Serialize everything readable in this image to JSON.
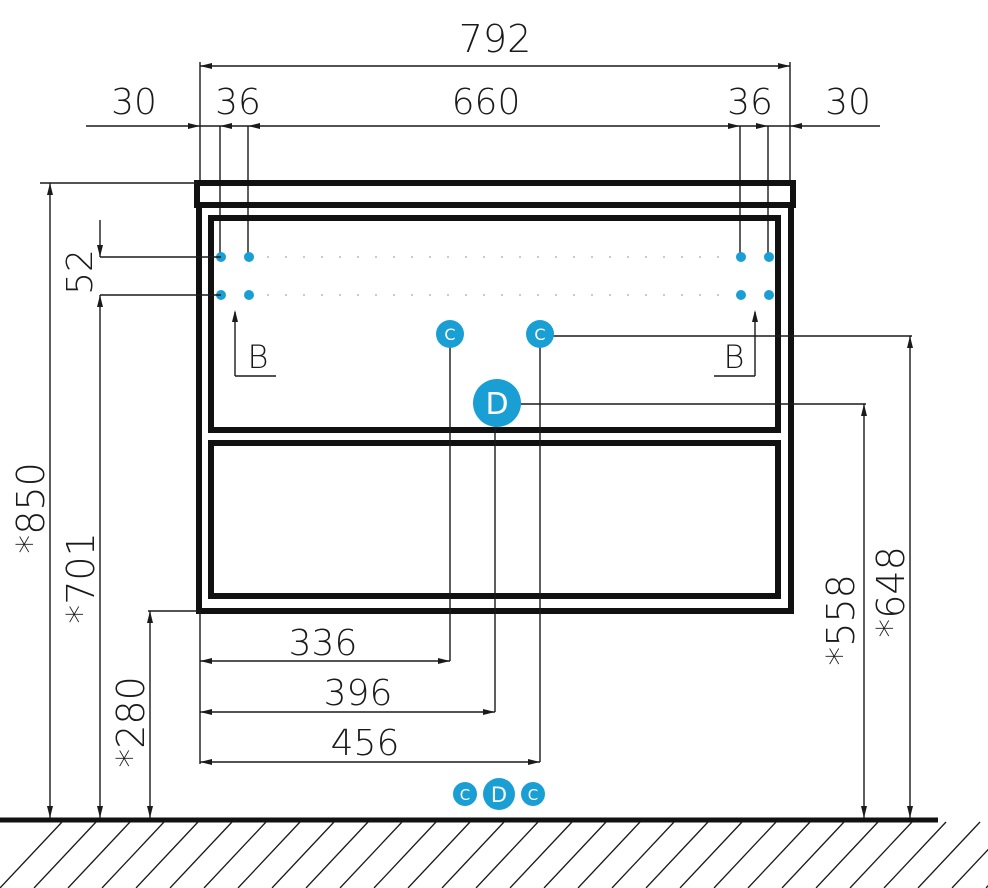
{
  "dimensions": {
    "total_width": "792",
    "side_offset_left": "30",
    "hole_inset_left": "36",
    "hole_span": "660",
    "hole_inset_right": "36",
    "side_offset_right": "30",
    "hole_vertical_spacing": "52",
    "total_height": "*850",
    "hole_height": "*701",
    "bottom_clearance": "*280",
    "drain_c_left": "336",
    "drain_d": "396",
    "drain_c_right": "456",
    "drain_d_height": "*558",
    "drain_c_height": "*648"
  },
  "section_label_left": "B",
  "section_label_right": "B",
  "badges": {
    "cold": "C",
    "drain": "D",
    "hot": "C"
  },
  "legend": [
    "C",
    "D",
    "C"
  ],
  "colors": {
    "accent": "#1a9fd4",
    "ink": "#111111"
  }
}
